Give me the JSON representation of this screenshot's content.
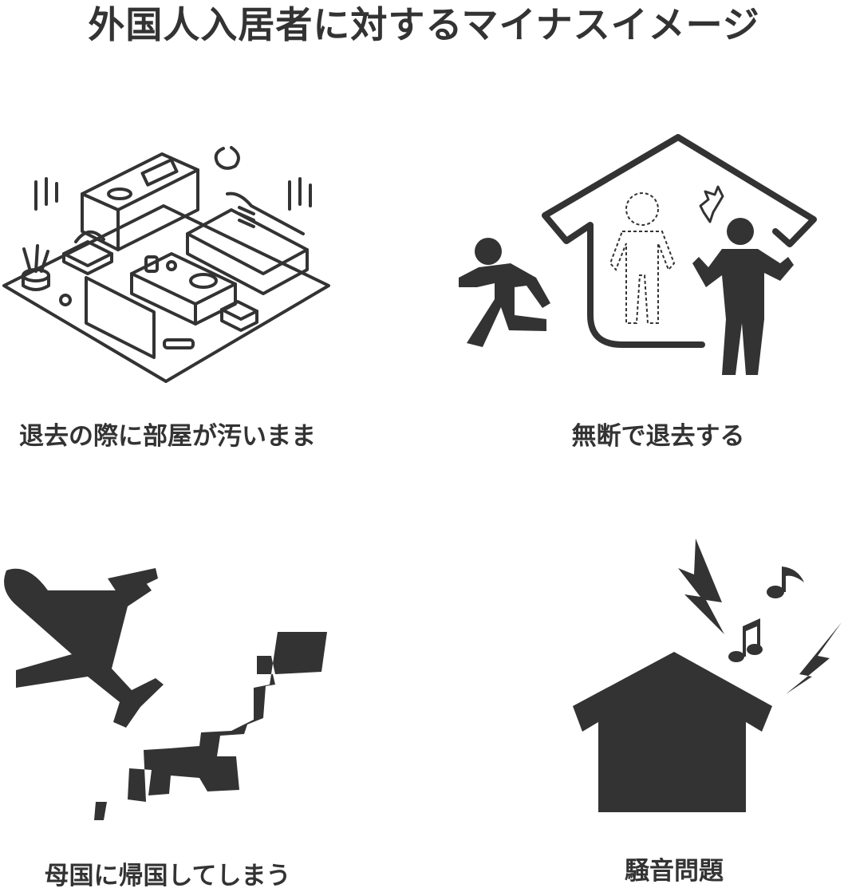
{
  "title": "外国人入居者に対するマイナスイメージ",
  "items": [
    {
      "label": "退去の際に部屋が汚いまま",
      "icon": "messy-room-icon"
    },
    {
      "label": "無断で退去する",
      "icon": "leaving-house-icon"
    },
    {
      "label": "母国に帰国してしまう",
      "icon": "airplane-japan-icon"
    },
    {
      "label": "騒音問題",
      "icon": "noisy-house-icon"
    }
  ],
  "colors": {
    "ink": "#333333",
    "background": "#ffffff"
  }
}
